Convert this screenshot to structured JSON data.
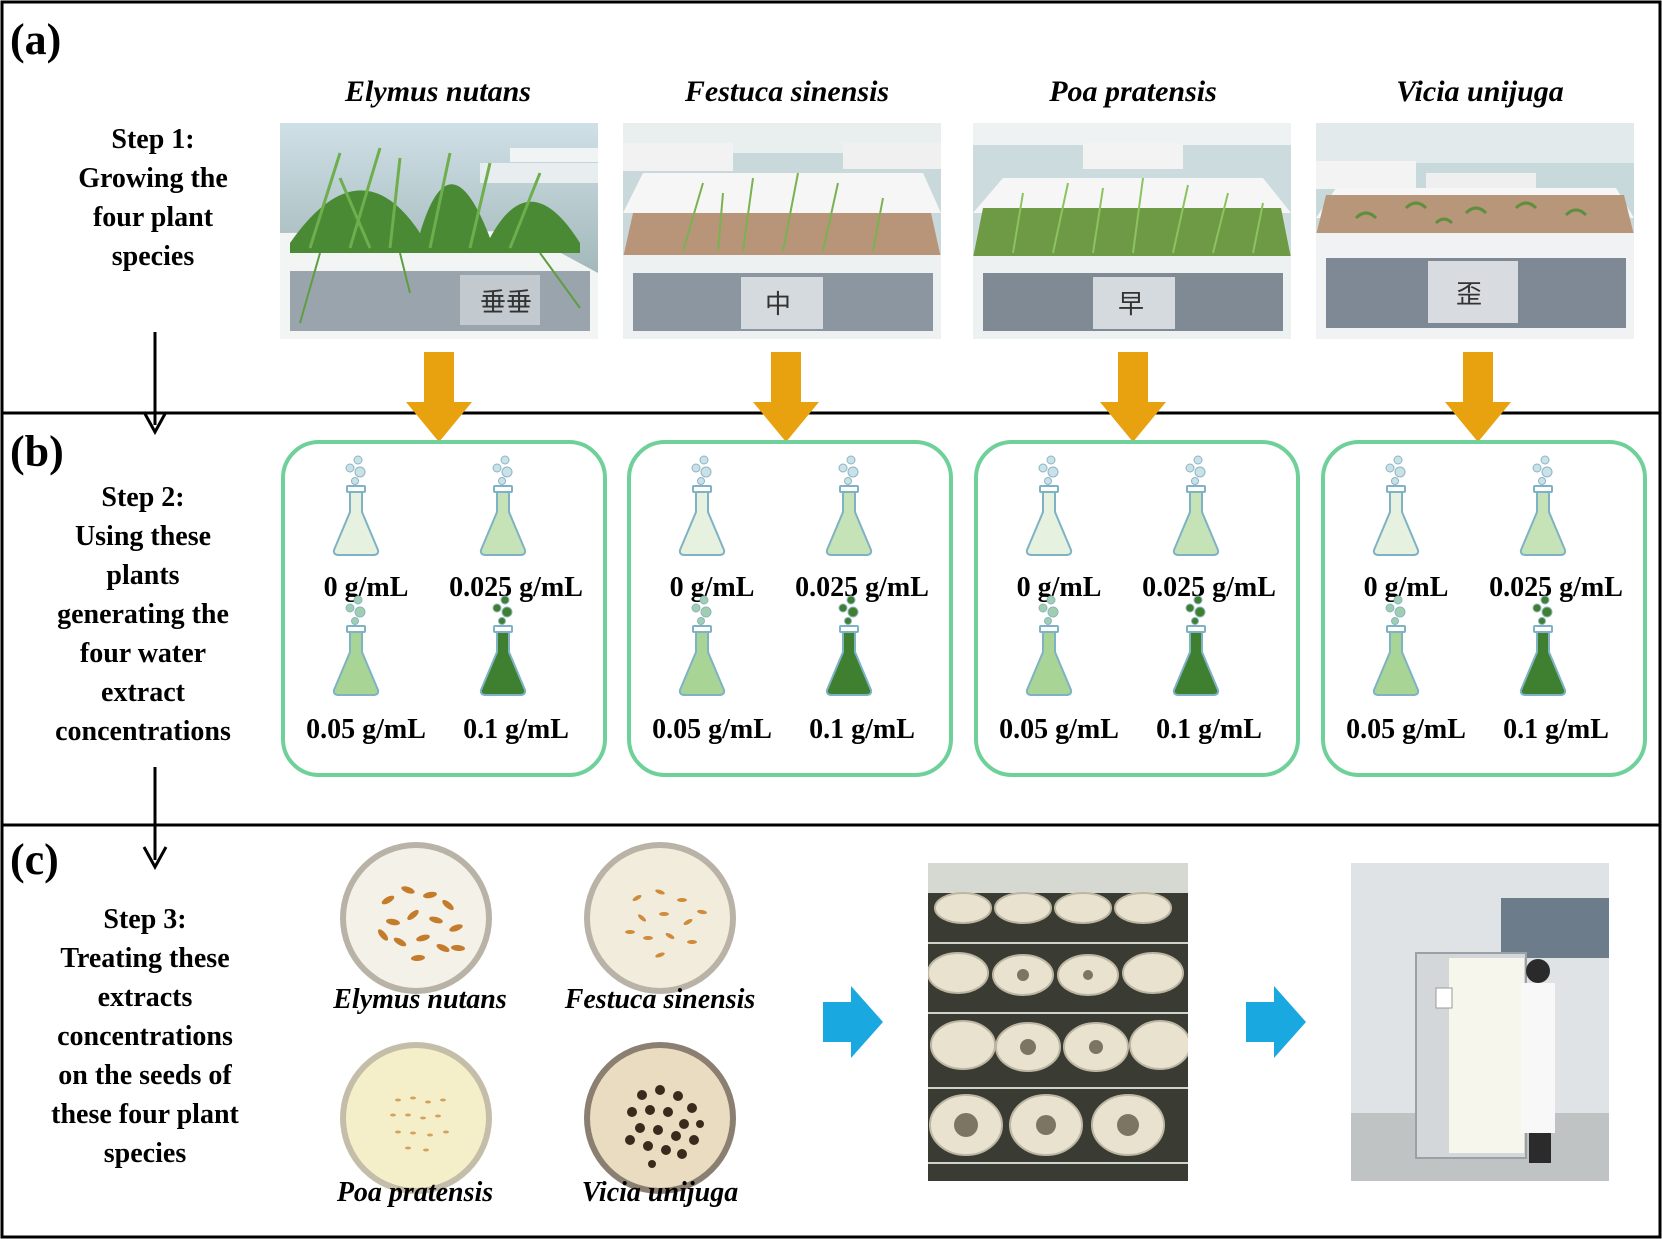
{
  "panels": {
    "a": {
      "label": "(a)",
      "step": "Step 1:\nGrowing the\nfour plant\nspecies"
    },
    "b": {
      "label": "(b)",
      "step": "Step 2:\nUsing these\nplants\ngenerating the\nfour water\nextract\nconcentrations"
    },
    "c": {
      "label": "(c)",
      "step": "Step 3:\nTreating these\nextracts\nconcentrations\non the seeds of\nthese four plant\nspecies"
    }
  },
  "species": [
    {
      "name": "Elymus nutans",
      "tray_char": "垂垂"
    },
    {
      "name": "Festuca sinensis",
      "tray_char": "中"
    },
    {
      "name": "Poa pratensis",
      "tray_char": "早"
    },
    {
      "name": "Vicia unijuga",
      "tray_char": "歪"
    }
  ],
  "concentrations": [
    "0 g/mL",
    "0.025 g/mL",
    "0.05 g/mL",
    "0.1 g/mL"
  ],
  "dish_labels": [
    "Elymus nutans",
    "Festuca sinensis",
    "Poa pratensis",
    "Vicia unijuga"
  ],
  "colors": {
    "orange_arrow": "#e9a20f",
    "blue_arrow": "#1aa8e0",
    "box_border": "#6fd09a",
    "flask_0": "#e6f2df",
    "flask_025": "#c5e3b6",
    "flask_05": "#a8d595",
    "flask_1": "#3f7f30"
  }
}
